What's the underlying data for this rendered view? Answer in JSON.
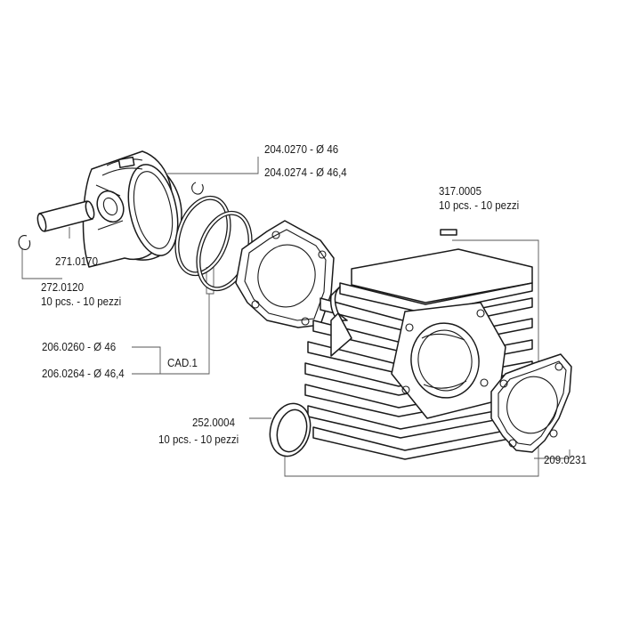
{
  "colors": {
    "line": "#1a1a1a",
    "leader": "#555555",
    "background": "#ffffff"
  },
  "labels": {
    "piston_a": "204.0270 - Ø 46",
    "piston_b": "204.0274 - Ø 46,4",
    "pin_code": "271.0170",
    "clip_code": "272.0120",
    "clip_qty": "10 pcs. - 10 pezzi",
    "ring_a": "206.0260 - Ø 46",
    "ring_b": "206.0264 - Ø 46,4",
    "ring_cad": "CAD.1",
    "stud_code": "317.0005",
    "stud_qty": "10 pcs. - 10 pezzi",
    "seal_code": "252.0004",
    "seal_qty": "10 pcs. - 10 pezzi",
    "gasket_code": "209.0231"
  }
}
